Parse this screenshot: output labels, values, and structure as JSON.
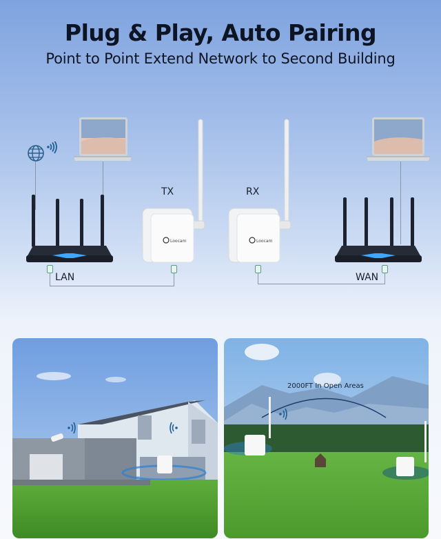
{
  "header": {
    "title": "Plug & Play, Auto Pairing",
    "subtitle": "Point to Point Extend Network to Second Building"
  },
  "diagram": {
    "left_side": {
      "devices": [
        "globe-internet",
        "laptop",
        "router"
      ],
      "port_label": "LAN"
    },
    "transmitter": {
      "label": "TX",
      "brand": "Loocam"
    },
    "receiver": {
      "label": "RX",
      "brand": "Loocam"
    },
    "right_side": {
      "devices": [
        "laptop",
        "router"
      ],
      "port_label": "WAN"
    }
  },
  "panels": [
    {
      "scene": "house-with-camera-and-bridge"
    },
    {
      "scene": "open-field-with-mountains",
      "range_label": "2000FT In Open Areas"
    }
  ],
  "colors": {
    "title": "#0d1424",
    "sky_top": "#7fa3df",
    "router_glow": "#3ea7ff",
    "wifi_icon": "#1f5f96",
    "grass": "#5aa53a"
  }
}
